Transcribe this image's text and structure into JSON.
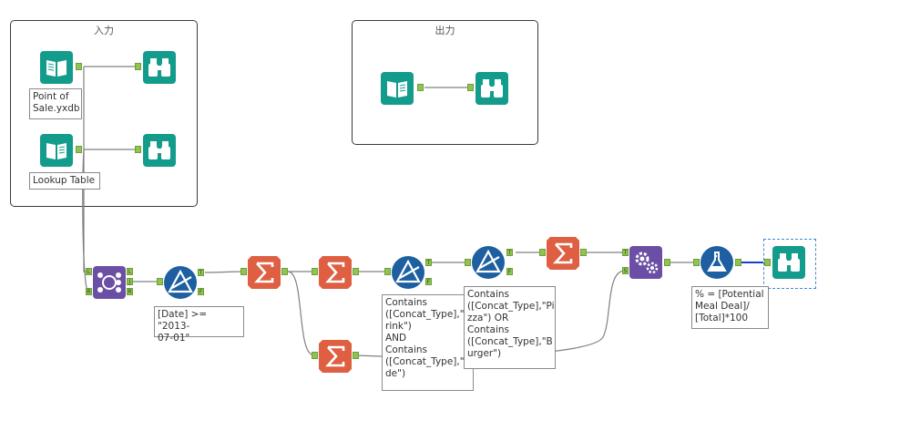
{
  "containers": {
    "input_title": "入力",
    "output_title": "出力"
  },
  "annotations": {
    "pos_file": "Point of\nSale.yxdb",
    "lookup_file": "Lookup Table",
    "date_filter": "[Date] >= \"2013-\n07-01\"",
    "filter_drink": "Contains\n([Concat_Type],\"D\nrink\")\nAND\nContains\n([Concat_Type],\"Si\nde\")",
    "filter_pizza": "Contains\n([Concat_Type],\"Pi\nzza\")   OR\nContains\n([Concat_Type],\"B\nurger\")",
    "formula": "% = [Potential\nMeal Deal]/\n[Total]*100"
  },
  "anchors": {
    "output": "",
    "true": "T",
    "false": "F",
    "left": "L",
    "right": "R",
    "join": "J",
    "source": "S"
  },
  "colors": {
    "input_tool": "#139c8c",
    "browse_tool": "#139c8c",
    "filter_tool": "#1d5fa0",
    "summarize_tool": "#de5f42",
    "join_tool": "#6b4fa5",
    "append_tool": "#6b4fa5",
    "formula_tool": "#1d5fa0",
    "anchor": "#8fc451",
    "wire": "#808080",
    "selected_wire": "#1c3fd6"
  },
  "tools": [
    {
      "name": "input-pos-tool",
      "icon": "book-icon"
    },
    {
      "name": "input-lookup-tool",
      "icon": "book-icon"
    },
    {
      "name": "browse-1-tool",
      "icon": "binoculars-icon"
    },
    {
      "name": "browse-2-tool",
      "icon": "binoculars-icon"
    },
    {
      "name": "output-input-tool",
      "icon": "book-icon"
    },
    {
      "name": "output-browse-tool",
      "icon": "binoculars-icon"
    },
    {
      "name": "join-tool",
      "icon": "join-icon"
    },
    {
      "name": "filter-date-tool",
      "icon": "filter-icon"
    },
    {
      "name": "summarize-1-tool",
      "icon": "sigma-icon"
    },
    {
      "name": "summarize-2-tool",
      "icon": "sigma-icon"
    },
    {
      "name": "summarize-3-tool",
      "icon": "sigma-icon"
    },
    {
      "name": "filter-drink-side-tool",
      "icon": "filter-icon"
    },
    {
      "name": "filter-pizza-burger-tool",
      "icon": "filter-icon"
    },
    {
      "name": "summarize-4-tool",
      "icon": "sigma-icon"
    },
    {
      "name": "append-fields-tool",
      "icon": "gears-icon"
    },
    {
      "name": "formula-tool",
      "icon": "flask-icon"
    },
    {
      "name": "browse-final-tool",
      "icon": "binoculars-icon"
    }
  ]
}
